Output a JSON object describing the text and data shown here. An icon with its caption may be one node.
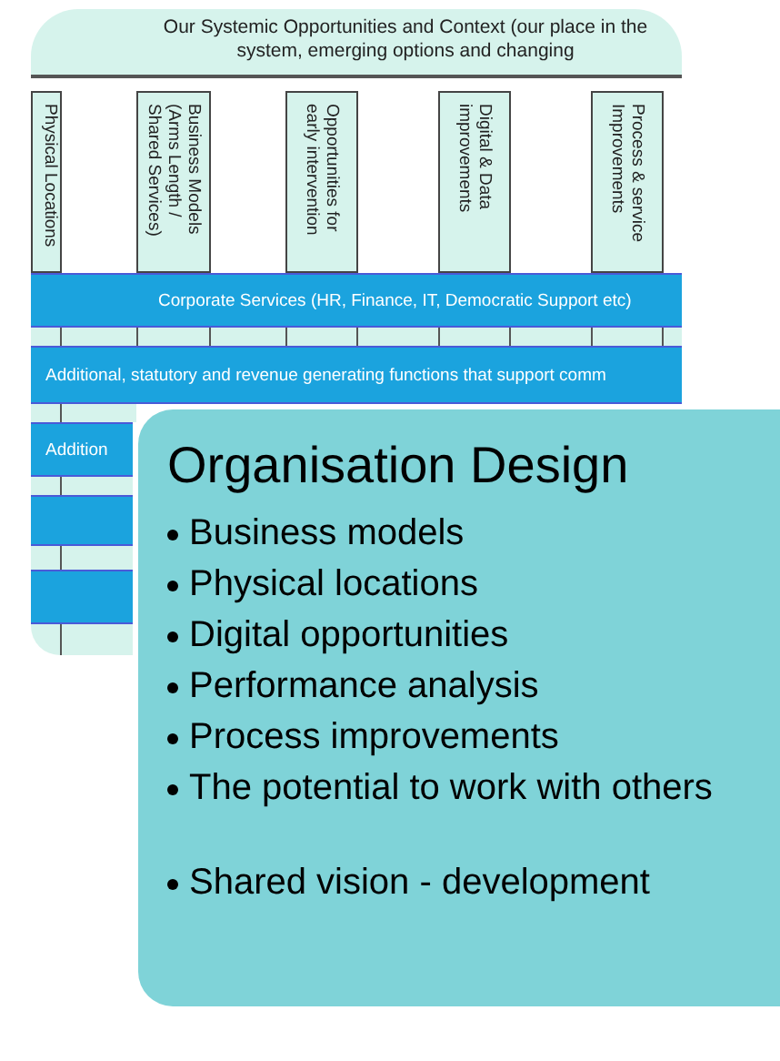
{
  "diagram": {
    "nodes": [
      {
        "text": [
          "Our Systemic Opportunities and Context (our place in the system, emerging options and changing"
        ]
      },
      {
        "text": [
          "Physical Locations"
        ]
      },
      {
        "text": [
          "Business Models (Arms Length / Shared Services)"
        ]
      },
      {
        "text": [
          "Opportunities for early intervention"
        ]
      },
      {
        "text": [
          "Digital & Data improvements"
        ]
      },
      {
        "text": [
          "Process & service Improvements"
        ]
      },
      {
        "text": [
          "Corporate Services (HR, Finance, IT, Democratic Support etc)"
        ]
      },
      {
        "text": [
          "Additional, statutory and revenue generating functions that support comm"
        ]
      },
      {
        "text": [
          "Addition"
        ]
      },
      {
        "text": [],
        "shape": "bar"
      },
      {
        "text": [],
        "shape": "bar"
      },
      {
        "text": [
          "Organisation Design",
          "Business models",
          "Physical locations",
          "Digital opportunities",
          "Performance analysis",
          "Process improvements",
          "The potential to work with others",
          "Shared vision - development"
        ]
      }
    ]
  }
}
